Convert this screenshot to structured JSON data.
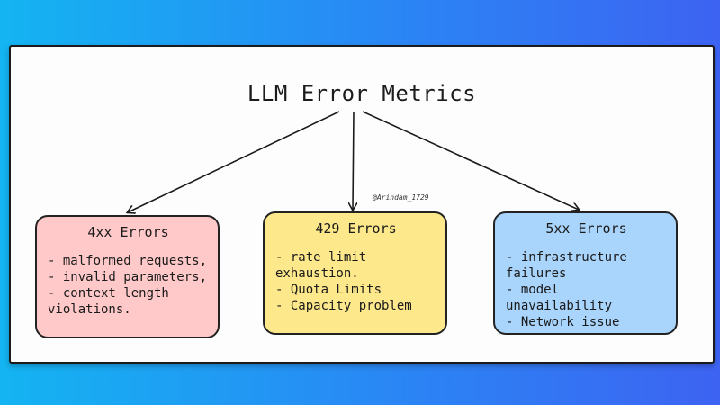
{
  "title": "LLM Error Metrics",
  "watermark": "@Arindam_1729",
  "boxes": [
    {
      "heading": "4xx Errors",
      "items": [
        "- malformed requests,",
        "- invalid parameters,",
        "- context length",
        "violations."
      ]
    },
    {
      "heading": "429 Errors",
      "items": [
        "- rate limit exhaustion.",
        "- Quota Limits",
        "- Capacity problem"
      ]
    },
    {
      "heading": "5xx Errors",
      "items": [
        "- infrastructure",
        "failures",
        "- model unavailability",
        "- Network issue"
      ]
    }
  ],
  "colors": {
    "background_left": "#14b4f2",
    "background_right": "#3d63f2",
    "box_4xx": "#ffc9c9",
    "box_429": "#fde88c",
    "box_5xx": "#a9d4fb"
  }
}
